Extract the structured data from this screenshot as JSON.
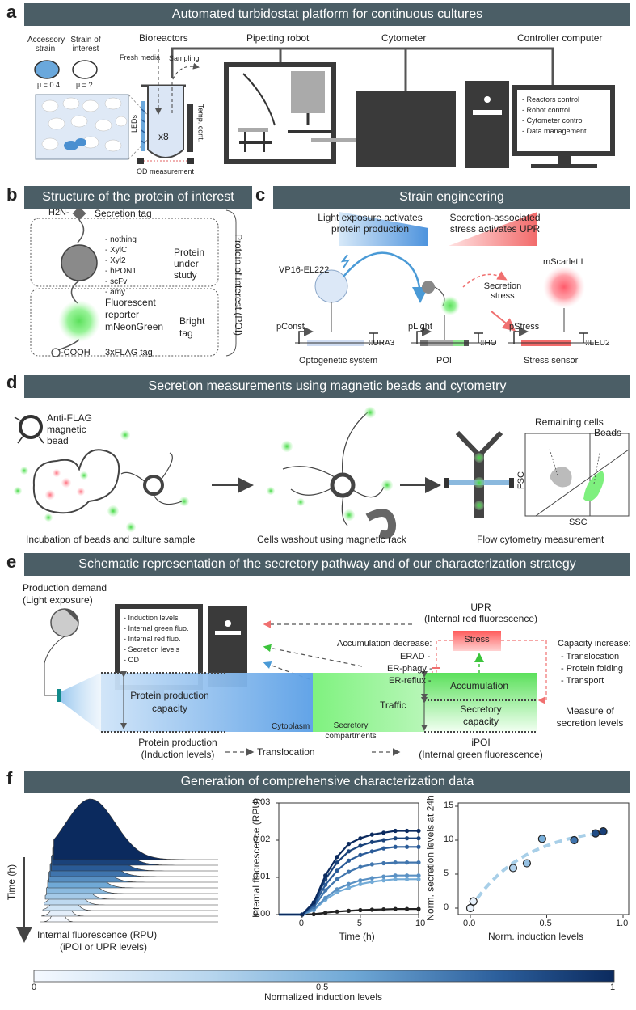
{
  "panels": {
    "a": {
      "letter": "a",
      "banner": "Automated turbidostat platform for continuous cultures",
      "accessory_strain": "Accessory strain",
      "strain_of_interest": "Strain of interest",
      "mu_accessory": "μ = 0.4",
      "mu_interest": "μ = ?",
      "bioreactors": "Bioreactors",
      "pipetting_robot": "Pipetting robot",
      "cytometer": "Cytometer",
      "controller_computer": "Controller computer",
      "fresh_media": "Fresh media",
      "sampling": "Sampling",
      "leds": "LEDs",
      "x8": "x8",
      "temp_cont": "Temp. cont.",
      "od_measurement": "OD measurement",
      "controller_items": [
        "- Reactors control",
        "- Robot control",
        "- Cytometer control",
        "- Data management"
      ]
    },
    "b": {
      "letter": "b",
      "banner": "Structure of the protein of interest",
      "h2n": "H2N-",
      "secretion_tag": "Secretion tag",
      "proteins": [
        "- nothing",
        "- XylC",
        "- Xyl2",
        "- hPON1",
        "- scFv",
        "- amy"
      ],
      "protein_under_study": "Protein under study",
      "fluorescent_reporter": "Fluorescent reporter mNeonGreen",
      "bright_tag": "Bright tag",
      "cooh": "-COOH",
      "flag": "3xFLAG tag",
      "poi": "Protein of interest (POI)"
    },
    "c": {
      "letter": "c",
      "banner": "Strain engineering",
      "light_exposure": "Light exposure activates protein production",
      "secretion_stress": "Secretion-associated stress activates UPR",
      "vp16": "VP16-EL222",
      "mscarlet": "mScarlet I",
      "secretion_stress_label": "Secretion stress",
      "pconst": "pConst",
      "plight": "pLight",
      "pstress": "pStress",
      "ura3": "::URA3",
      "ho": "::HO",
      "leu2": "::LEU2",
      "optogenetic": "Optogenetic system",
      "poi": "POI",
      "stress_sensor": "Stress sensor"
    },
    "d": {
      "letter": "d",
      "banner": "Secretion measurements using magnetic beads and cytometry",
      "anti_flag": "Anti-FLAG magnetic bead",
      "remaining_cells": "Remaining cells",
      "beads": "Beads",
      "fsc": "FSC",
      "ssc": "SSC",
      "step1": "Incubation of beads and culture sample",
      "step2": "Cells washout using magnetic rack",
      "step3": "Flow cytometry measurement"
    },
    "e": {
      "letter": "e",
      "banner": "Schematic representation of the secretory pathway and of our characterization strategy",
      "production_demand": "Production demand",
      "light_exposure": "(Light exposure)",
      "screen_items": [
        "- Induction levels",
        "- Internal green fluo.",
        "- Internal red fluo.",
        "- Secretion levels",
        "- OD"
      ],
      "upr": "UPR",
      "internal_red": "(Internal red fluorescence)",
      "stress": "Stress",
      "accumulation_decrease": "Accumulation decrease:",
      "erad": "ERAD -",
      "er_phagy": "ER-phagy -",
      "er_reflux": "ER-reflux -",
      "capacity_increase": "Capacity increase:",
      "translocation_item": "- Translocation",
      "protein_folding": "- Protein folding",
      "transport": "- Transport",
      "protein_production_capacity": "Protein production capacity",
      "traffic": "Traffic",
      "accumulation": "Accumulation",
      "secretory_capacity": "Secretory capacity",
      "cytoplasm": "Cytoplasm",
      "secretory_compartments": "Secretory compartments",
      "measure_secretion": "Measure of secretion  levels",
      "protein_production": "Protein production",
      "induction_levels": "(Induction levels)",
      "translocation": "Translocation",
      "ipoi": "iPOI",
      "internal_green": "(Internal green fluorescence)"
    },
    "f": {
      "letter": "f",
      "banner": "Generation of comprehensive characterization data",
      "time_h": "Time (h)",
      "ridge_xlabel": "Internal fluorescence (RPU)",
      "ridge_sublabel": "(iPOI or UPR levels)",
      "colorbar_label": "Normalized induction levels",
      "colorbar_ticks": [
        "0",
        "0.5",
        "1"
      ]
    }
  },
  "colors": {
    "banner": "#4b5e66",
    "blue": "#6fa8d6",
    "green": "#5be05b",
    "red": "#f07070",
    "navy": "#0b2a5e"
  },
  "chart_data": [
    {
      "type": "line",
      "xlabel": "Time (h)",
      "ylabel": "Internal fluorescence (RPU)",
      "xlim": [
        -2,
        10
      ],
      "ylim": [
        0,
        0.03
      ],
      "xticks": [
        "0",
        "5",
        "10"
      ],
      "yticks": [
        "0.00",
        "0.01",
        "0.02",
        "0.03"
      ],
      "x": [
        -2,
        -1,
        0,
        1,
        2,
        3,
        4,
        5,
        6,
        7,
        8,
        9,
        10
      ],
      "series": [
        {
          "values": [
            0,
            0,
            0,
            0.0001,
            0.0005,
            0.0008,
            0.001,
            0.0012,
            0.0013,
            0.0014,
            0.0015,
            0.0015,
            0.0015
          ]
        },
        {
          "values": [
            0,
            0,
            0,
            0.0012,
            0.004,
            0.006,
            0.0072,
            0.0082,
            0.0088,
            0.0092,
            0.0095,
            0.0095,
            0.0095
          ]
        },
        {
          "values": [
            0,
            0,
            0,
            0.0014,
            0.0045,
            0.0068,
            0.0082,
            0.0092,
            0.0098,
            0.0102,
            0.0105,
            0.0105,
            0.0105
          ]
        },
        {
          "values": [
            0,
            0,
            0,
            0.002,
            0.0065,
            0.0095,
            0.0115,
            0.0128,
            0.0135,
            0.0138,
            0.014,
            0.014,
            0.014
          ]
        },
        {
          "values": [
            0,
            0,
            0,
            0.0025,
            0.008,
            0.0118,
            0.0145,
            0.016,
            0.017,
            0.0178,
            0.0182,
            0.0182,
            0.0182
          ]
        },
        {
          "values": [
            0,
            0,
            0,
            0.003,
            0.0095,
            0.014,
            0.017,
            0.0185,
            0.0195,
            0.02,
            0.0205,
            0.0205,
            0.0205
          ]
        },
        {
          "values": [
            0,
            0,
            0,
            0.0033,
            0.0105,
            0.0155,
            0.019,
            0.0205,
            0.0215,
            0.022,
            0.0225,
            0.0225,
            0.0225
          ]
        }
      ]
    },
    {
      "type": "scatter",
      "xlabel": "Norm. induction levels",
      "ylabel": "Norm. secretion levels at 24h",
      "xlim": [
        0,
        1
      ],
      "ylim": [
        0,
        15
      ],
      "xticks": [
        "0.0",
        "0.5",
        "1.0"
      ],
      "yticks": [
        "0",
        "5",
        "10",
        "15"
      ],
      "points": [
        [
          0.0,
          0.0
        ],
        [
          0.02,
          1.0
        ],
        [
          0.28,
          5.9
        ],
        [
          0.37,
          6.6
        ],
        [
          0.47,
          10.2
        ],
        [
          0.68,
          10.0
        ],
        [
          0.82,
          11.0
        ],
        [
          0.87,
          11.3
        ]
      ]
    }
  ]
}
